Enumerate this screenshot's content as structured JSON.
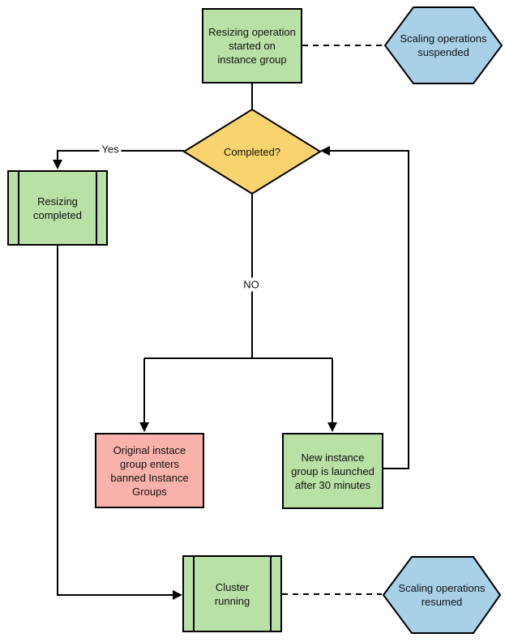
{
  "colors": {
    "process_green": "#b9e0a5",
    "preparation_blue": "#a8d1e8",
    "decision_yellow": "#f8d36e",
    "warning_pink": "#f9b1ab",
    "stroke": "#000000",
    "background": "#ffffff"
  },
  "nodes": {
    "start": {
      "type": "process",
      "label": "Resizing operation\nstarted on\ninstance group",
      "fill": "#b9e0a5"
    },
    "suspended": {
      "type": "preparation",
      "label": "Scaling operations\nsuspended",
      "fill": "#a8d1e8"
    },
    "decision": {
      "type": "decision",
      "label": "Completed?",
      "fill": "#f8d36e"
    },
    "resizing_completed": {
      "type": "predefined_process",
      "label": "Resizing\ncompleted",
      "fill": "#b9e0a5"
    },
    "banned_group": {
      "type": "process",
      "label": "Original instace\ngroup enters\nbanned Instance\nGroups",
      "fill": "#f9b1ab"
    },
    "new_group": {
      "type": "process",
      "label": "New instance\ngroup is launched\nafter 30 minutes",
      "fill": "#b9e0a5"
    },
    "cluster_running": {
      "type": "predefined_process",
      "label": "Cluster\nrunning",
      "fill": "#b9e0a5"
    },
    "resumed": {
      "type": "preparation",
      "label": "Scaling operations\nresumed",
      "fill": "#a8d1e8"
    }
  },
  "edge_labels": {
    "yes": "Yes",
    "no": "NO"
  }
}
